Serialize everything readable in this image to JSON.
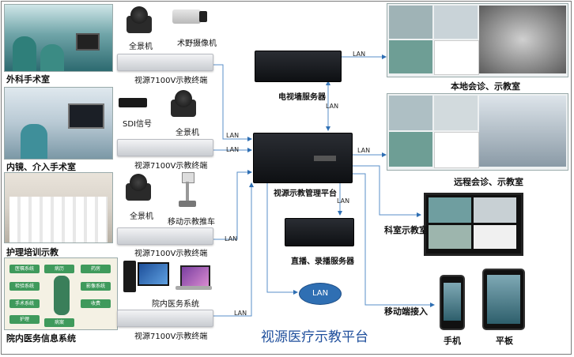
{
  "sources": {
    "surgery": "外科手术室",
    "interventional": "内镜、介入手术室",
    "nursing": "护理培训示教",
    "his": "院内医务信息系统"
  },
  "devices": {
    "panorama1": "全景机",
    "surgical_cam": "术野摄像机",
    "sdi": "SDI信号",
    "panorama2": "全景机",
    "panorama3": "全景机",
    "mobile_cart": "移动示教推车",
    "his_system": "院内医务系统"
  },
  "terminal_label": "视源7100V示教终端",
  "servers": {
    "tv_wall": "电视墙服务器",
    "platform": "视源示教管理平台",
    "broadcast": "直播、录播服务器"
  },
  "network": {
    "lan": "LAN"
  },
  "outputs": {
    "local": "本地会诊、示教室",
    "remote": "远程会诊、示教室",
    "department": "科室示教室",
    "mobile": "移动端接入",
    "phone": "手机",
    "tablet": "平板"
  },
  "his_items": [
    "医嘱系统",
    "病历",
    "药房",
    "检验系统",
    "影像系统",
    "手术系统",
    "收费",
    "护理",
    "病案"
  ],
  "title": "视源医疗示教平台"
}
